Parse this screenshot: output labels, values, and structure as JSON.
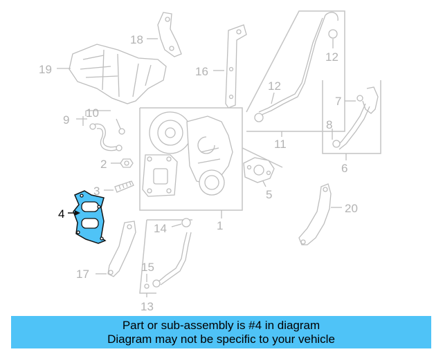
{
  "diagram": {
    "highlighted_part": "4",
    "highlight_color": "#4fc3f7",
    "callout_color": "#b3b3b3",
    "callouts": {
      "c1": "1",
      "c2": "2",
      "c3": "3",
      "c4": "4",
      "c5": "5",
      "c6": "6",
      "c7": "7",
      "c8": "8",
      "c9": "9",
      "c10": "10",
      "c11": "11",
      "c12a": "12",
      "c12b": "12",
      "c13": "13",
      "c14": "14",
      "c15": "15",
      "c16": "16",
      "c17": "17",
      "c18": "18",
      "c19": "19",
      "c20": "20"
    }
  },
  "banner": {
    "line1": "Part or sub-assembly is #4 in diagram",
    "line2": "Diagram may not be specific to your vehicle",
    "background": "#4fc3f7"
  }
}
